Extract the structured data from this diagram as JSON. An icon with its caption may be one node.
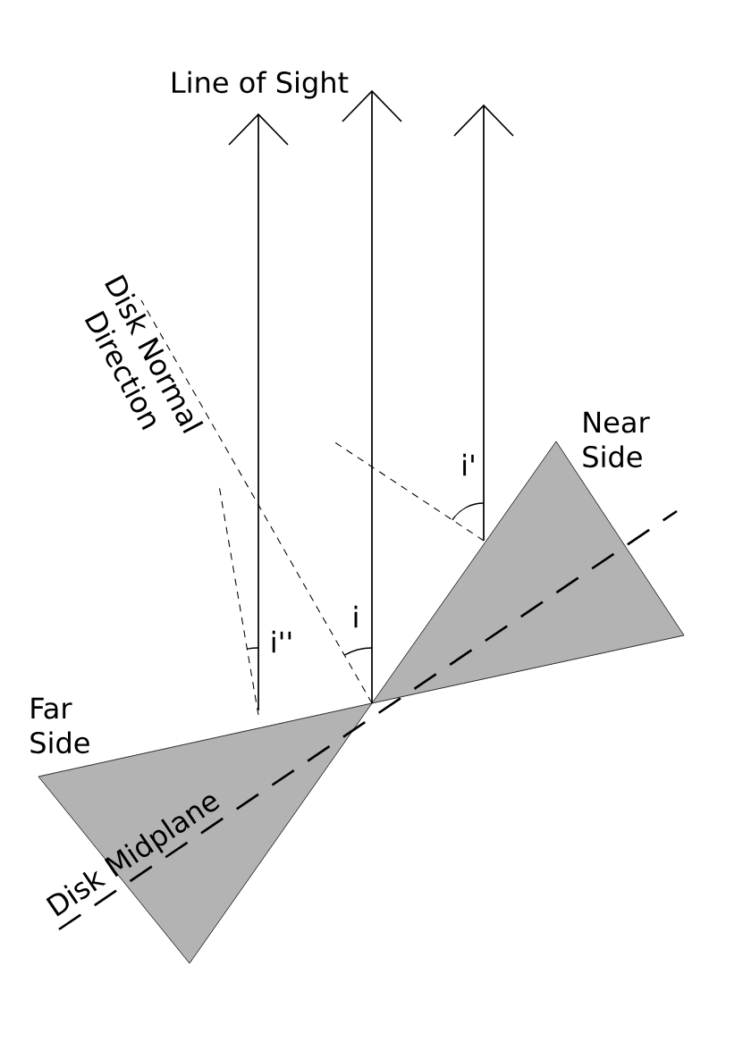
{
  "diagram": {
    "nodes": [
      {
        "text": [
          "Near Side"
        ]
      },
      {
        "text": [
          "Far Side"
        ]
      }
    ],
    "labels": [
      "Line of Sight",
      "Disk Normal Direction",
      "i'",
      "i",
      "i''",
      "Disk Midplane"
    ]
  }
}
